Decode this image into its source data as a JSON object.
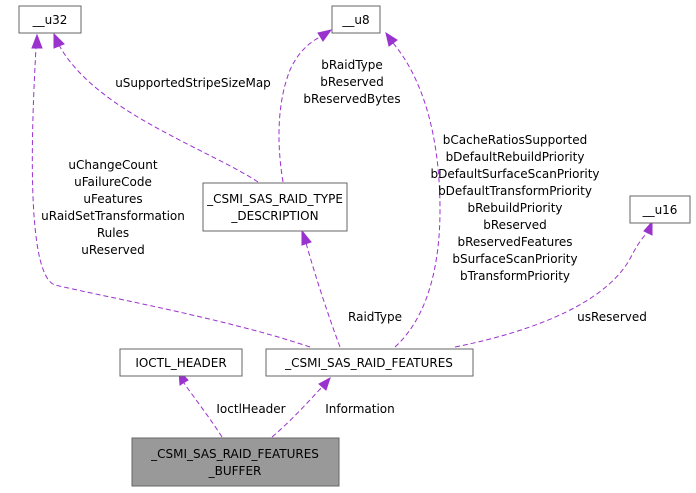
{
  "nodes": {
    "u32": "__u32",
    "u8": "__u8",
    "u16": "__u16",
    "raid_type_desc": [
      "_CSMI_SAS_RAID_TYPE",
      "_DESCRIPTION"
    ],
    "ioctl_header": "IOCTL_HEADER",
    "raid_features": "_CSMI_SAS_RAID_FEATURES",
    "raid_features_buffer": [
      "_CSMI_SAS_RAID_FEATURES",
      "_BUFFER"
    ]
  },
  "edge_labels": {
    "desc_to_u32": [
      "uSupportedStripeSizeMap"
    ],
    "desc_to_u8": [
      "bRaidType",
      "bReserved",
      "bReservedBytes"
    ],
    "features_to_u32": [
      "uChangeCount",
      "uFailureCode",
      "uFeatures",
      "uRaidSetTransformation",
      "Rules",
      "uReserved"
    ],
    "features_to_u8": [
      "bCacheRatiosSupported",
      "bDefaultRebuildPriority",
      "bDefaultSurfaceScanPriority",
      "bDefaultTransformPriority",
      "bRebuildPriority",
      "bReserved",
      "bReservedFeatures",
      "bSurfaceScanPriority",
      "bTransformPriority"
    ],
    "features_to_desc": [
      "RaidType"
    ],
    "features_to_u16": [
      "usReserved"
    ],
    "buffer_to_header": [
      "IoctlHeader"
    ],
    "buffer_to_features": [
      "Information"
    ]
  },
  "colors": {
    "edge": "#9a32cd",
    "node_border": "#666666",
    "focus_fill": "#999999"
  }
}
